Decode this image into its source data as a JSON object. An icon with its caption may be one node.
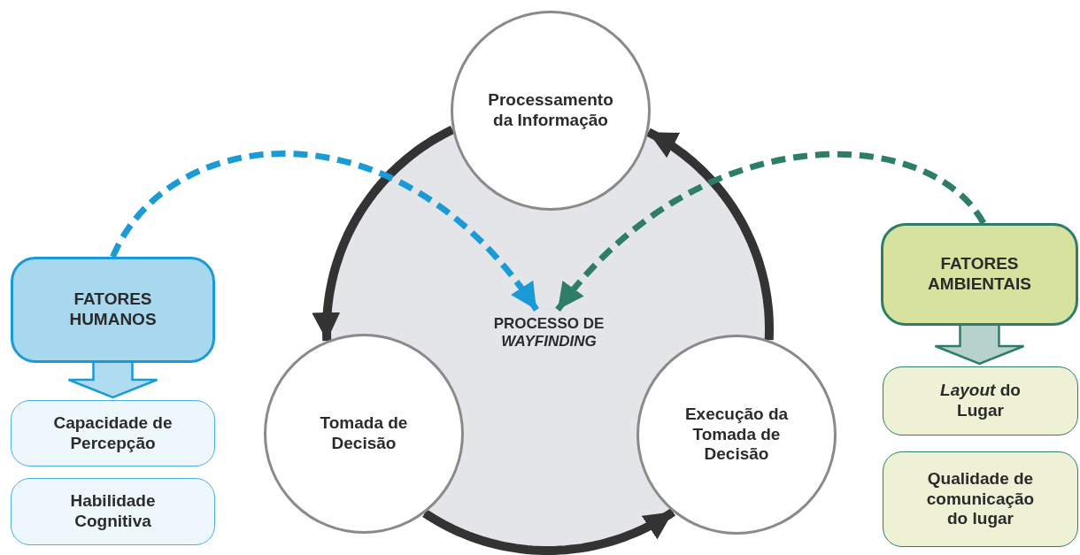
{
  "diagram": {
    "nodes": [
      {
        "text": [
          "PROCESSO DE *WAYFINDING*"
        ]
      },
      {
        "text": [
          "Processamento da Informação"
        ]
      },
      {
        "text": [
          "Tomada de Decisão"
        ]
      },
      {
        "text": [
          "Execução da Tomada de Decisão"
        ]
      },
      {
        "text": [
          "FATORES HUMANOS"
        ]
      },
      {
        "text": [
          "Capacidade de Percepção"
        ]
      },
      {
        "text": [
          "Habilidade Cognitiva"
        ]
      },
      {
        "text": [
          "FATORES AMBIENTAIS"
        ]
      },
      {
        "text": [
          "*Layout* do Lugar"
        ]
      },
      {
        "text": [
          "Qualidade de comunicação do lugar"
        ]
      }
    ],
    "edges": [
      {
        "from": 1,
        "to": 2,
        "arrow": "to"
      },
      {
        "from": 2,
        "to": 3,
        "arrow": "to"
      },
      {
        "from": 3,
        "to": 1,
        "arrow": "to"
      },
      {
        "from": 4,
        "to": 0,
        "arrow": "to",
        "style": "dashed",
        "color": "#1a9ad6"
      },
      {
        "from": 7,
        "to": 0,
        "arrow": "to",
        "style": "dashed",
        "color": "#2e7d68"
      },
      {
        "from": 4,
        "to": 5,
        "arrow": "to",
        "color": "#1a9ad6"
      },
      {
        "from": 7,
        "to": 8,
        "arrow": "to",
        "color": "#2e7d68"
      }
    ]
  }
}
